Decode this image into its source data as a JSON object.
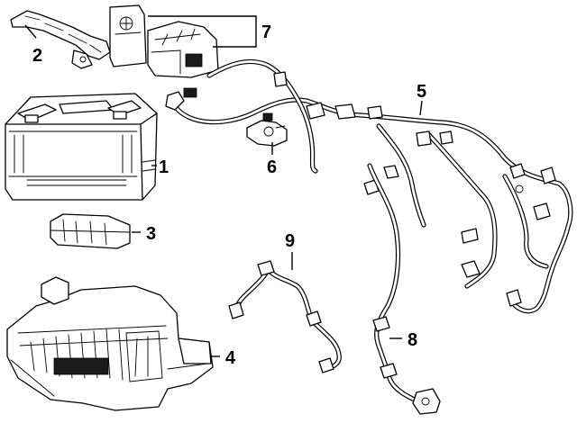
{
  "callouts": [
    {
      "id": "1",
      "part": "battery"
    },
    {
      "id": "2",
      "part": "battery-hold-down-bracket"
    },
    {
      "id": "3",
      "part": "battery-insulator"
    },
    {
      "id": "4",
      "part": "battery-tray"
    },
    {
      "id": "5",
      "part": "positive-cable-harness"
    },
    {
      "id": "6",
      "part": "negative-cable-connector"
    },
    {
      "id": "7",
      "part": "fuse-block-cover"
    },
    {
      "id": "8",
      "part": "engine-harness-cable"
    },
    {
      "id": "9",
      "part": "ground-cable"
    }
  ]
}
